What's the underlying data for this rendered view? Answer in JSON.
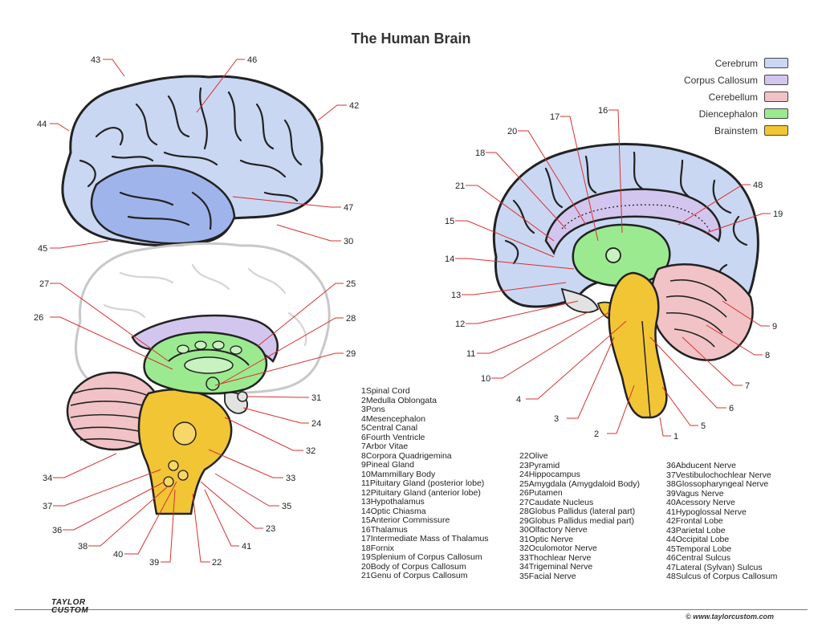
{
  "title": "The Human Brain",
  "legend": [
    {
      "label": "Cerebrum",
      "color": "#c9d7f2"
    },
    {
      "label": "Corpus Callosum",
      "color": "#d2c6ee"
    },
    {
      "label": "Cerebellum",
      "color": "#f1c3c6"
    },
    {
      "label": "Diencephalon",
      "color": "#9bea90"
    },
    {
      "label": "Brainstem",
      "color": "#f2c535"
    }
  ],
  "callout_numbers": [
    "1",
    "2",
    "3",
    "4",
    "5",
    "6",
    "7",
    "8",
    "9",
    "10",
    "11",
    "12",
    "13",
    "14",
    "15",
    "16",
    "17",
    "18",
    "19",
    "20",
    "21",
    "22",
    "23",
    "24",
    "25",
    "26",
    "27",
    "28",
    "29",
    "30",
    "31",
    "32",
    "33",
    "34",
    "35",
    "36",
    "37",
    "38",
    "39",
    "40",
    "41",
    "42",
    "43",
    "44",
    "45",
    "46",
    "47",
    "48"
  ],
  "key_col1": [
    {
      "n": "1",
      "t": "Spinal Cord"
    },
    {
      "n": "2",
      "t": "Medulla Oblongata"
    },
    {
      "n": "3",
      "t": "Pons"
    },
    {
      "n": "4",
      "t": "Mesencephalon"
    },
    {
      "n": "5",
      "t": "Central Canal"
    },
    {
      "n": "6",
      "t": "Fourth Ventricle"
    },
    {
      "n": "7",
      "t": "Arbor Vitae"
    },
    {
      "n": "8",
      "t": "Corpora Quadrigemina"
    },
    {
      "n": "9",
      "t": "Pineal Gland"
    },
    {
      "n": "10",
      "t": "Mammillary Body"
    },
    {
      "n": "11",
      "t": "Pituitary Gland (posterior lobe)"
    },
    {
      "n": "12",
      "t": "Pituitary Gland (anterior lobe)"
    },
    {
      "n": "13",
      "t": "Hypothalamus"
    },
    {
      "n": "14",
      "t": "Optic Chiasma"
    },
    {
      "n": "15",
      "t": "Anterior Commissure"
    },
    {
      "n": "16",
      "t": "Thalamus"
    },
    {
      "n": "17",
      "t": "Intermediate Mass of Thalamus"
    },
    {
      "n": "18",
      "t": "Fornix"
    },
    {
      "n": "19",
      "t": "Splenium of Corpus Callosum"
    },
    {
      "n": "20",
      "t": "Body of Corpus Callosum"
    },
    {
      "n": "21",
      "t": "Genu of Corpus Callosum"
    }
  ],
  "key_col2": [
    {
      "n": "22",
      "t": "Olive"
    },
    {
      "n": "23",
      "t": "Pyramid"
    },
    {
      "n": "24",
      "t": "Hippocampus"
    },
    {
      "n": "25",
      "t": "Amygdala (Amygdaloid Body)"
    },
    {
      "n": "26",
      "t": "Putamen"
    },
    {
      "n": "27",
      "t": "Caudate Nucleus"
    },
    {
      "n": "28",
      "t": "Globus Pallidus (lateral part)"
    },
    {
      "n": "29",
      "t": "Globus Pallidus medial part)"
    },
    {
      "n": "30",
      "t": "Olfactory Nerve"
    },
    {
      "n": "31",
      "t": "Optic Nerve"
    },
    {
      "n": "32",
      "t": "Oculomotor Nerve"
    },
    {
      "n": "33",
      "t": "Thochlear Nerve"
    },
    {
      "n": "34",
      "t": "Trigeminal Nerve"
    },
    {
      "n": "35",
      "t": "Facial Nerve"
    }
  ],
  "key_col3": [
    {
      "n": "36",
      "t": "Abducent Nerve"
    },
    {
      "n": "37",
      "t": "Vestibulochochlear Nerve"
    },
    {
      "n": "38",
      "t": "Glossopharyngeal Nerve"
    },
    {
      "n": "39",
      "t": "Vagus Nerve"
    },
    {
      "n": "40",
      "t": "Acessory Nerve"
    },
    {
      "n": "41",
      "t": "Hypoglossal Nerve"
    },
    {
      "n": "42",
      "t": "Frontal Lobe"
    },
    {
      "n": "43",
      "t": "Parietal Lobe"
    },
    {
      "n": "44",
      "t": "Occipital Lobe"
    },
    {
      "n": "45",
      "t": "Temporal Lobe"
    },
    {
      "n": "46",
      "t": "Central Sulcus"
    },
    {
      "n": "47",
      "t": "Lateral (Sylvan) Sulcus"
    },
    {
      "n": "48",
      "t": "Sulcus of Corpus Callosum"
    }
  ],
  "footer": {
    "logo_line1": "TAYLOR",
    "logo_line2": "CUSTOM",
    "url": "© www.taylorcustom.com"
  },
  "colors": {
    "leader": "#d93030",
    "outline": "#222222"
  }
}
